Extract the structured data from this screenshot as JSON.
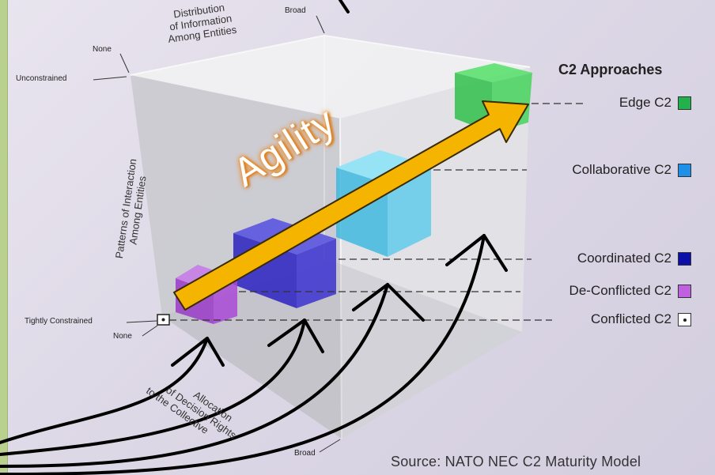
{
  "axes": {
    "top_title": "Distribution of Information Among Entities",
    "top_title_lines": [
      "Distribution",
      "of Information",
      "Among Entities"
    ],
    "left_title_lines": [
      "Patterns of Interaction",
      "Among Entities"
    ],
    "bottom_title_lines": [
      "Allocation",
      "of Decision Rights",
      "to the Collective"
    ],
    "labels": {
      "broad_top": "Broad",
      "none_top": "None",
      "unconstrained": "Unconstrained",
      "tightly_constrained": "Tightly Constrained",
      "none_bottom": "None",
      "broad_bottom": "Broad"
    }
  },
  "arrow_label": "Agility",
  "legend": {
    "title": "C2 Approaches",
    "items": [
      {
        "label": "Edge C2",
        "color": "#22b14c"
      },
      {
        "label": "Collaborative C2",
        "color": "#1e90e8"
      },
      {
        "label": "Coordinated C2",
        "color": "#0d10a8"
      },
      {
        "label": "De-Conflicted C2",
        "color": "#c060e0"
      },
      {
        "label": "Conflicted C2",
        "color": "#ffffff"
      }
    ]
  },
  "source": "Source: NATO NEC C2 Maturity Model",
  "colors": {
    "arrow": "#f5b400",
    "agility_glow": "#f08a1c",
    "edge": "#22b14c",
    "collaborative": "#3cc0e8",
    "coordinated": "#2a1fc0",
    "deconflicted": "#a040d0"
  }
}
